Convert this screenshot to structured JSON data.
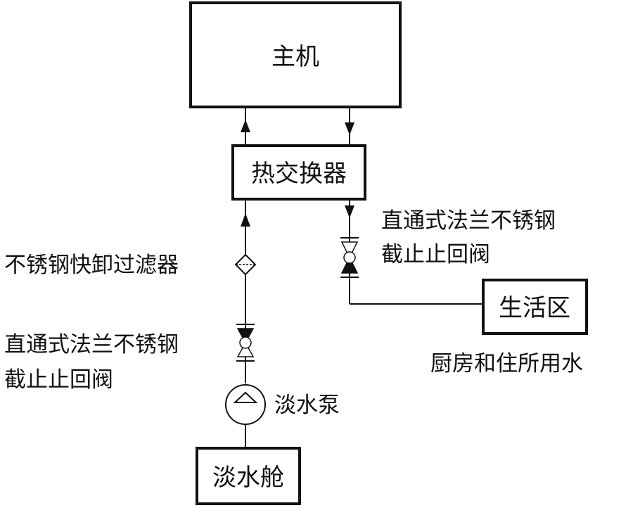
{
  "boxes": {
    "main_engine": "主机",
    "heat_exchanger": "热交换器",
    "living_area": "生活区",
    "fresh_water_tank": "淡水舱"
  },
  "labels": {
    "filter": "不锈钢快卸过滤器",
    "left_valve_line1": "直通式法兰不锈钢",
    "left_valve_line2": "截止止回阀",
    "right_valve_line1": "直通式法兰不锈钢",
    "right_valve_line2": "截止止回阀",
    "pump": "淡水泵",
    "living_note": "厨房和住所用水"
  },
  "colors": {
    "line": "#111111",
    "background": "#ffffff"
  },
  "icons": [
    "arrow-up-icon",
    "arrow-down-icon",
    "filter-icon",
    "check-valve-icon",
    "pump-icon"
  ]
}
